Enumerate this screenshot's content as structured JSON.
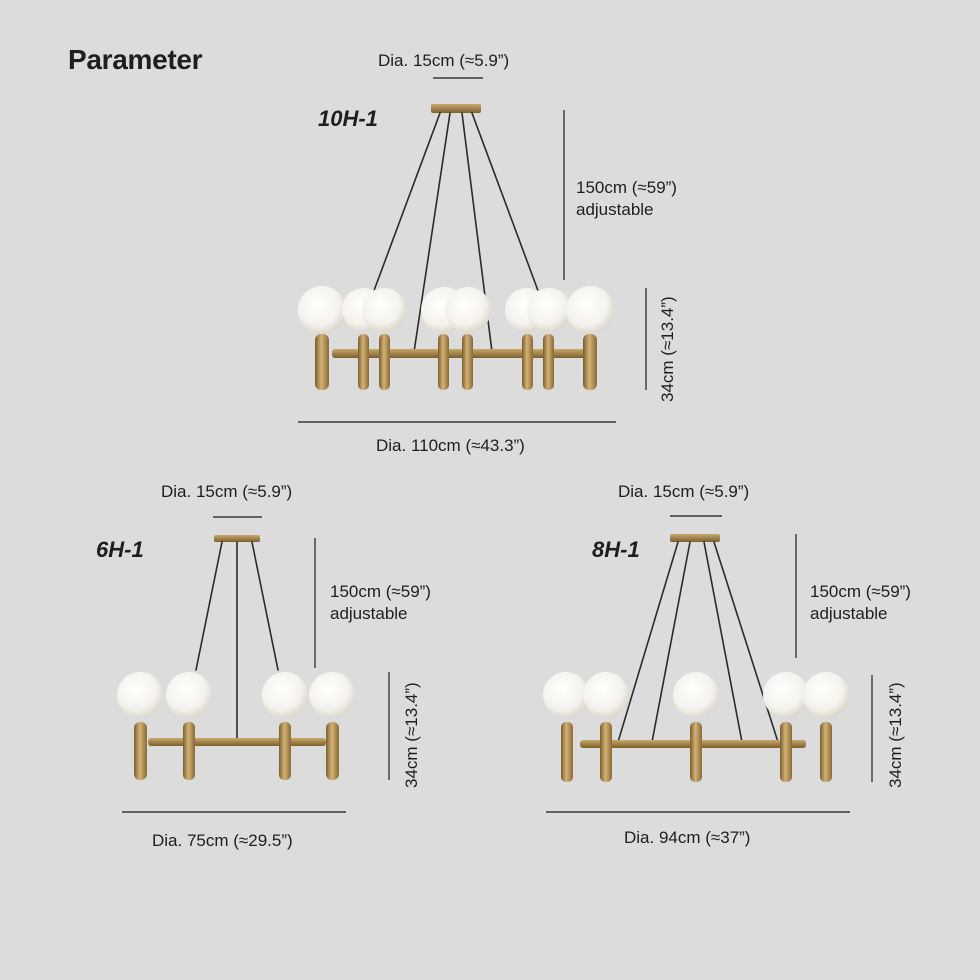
{
  "page": {
    "title": "Parameter"
  },
  "products": [
    {
      "model": "10H-1",
      "canopy_dia": "Dia. 15cm (≈5.9”)",
      "height_line1": "150cm (≈59”)",
      "height_line2": "adjustable",
      "body_height": "34cm (≈13.4”)",
      "diameter": "Dia. 110cm (≈43.3”)"
    },
    {
      "model": "6H-1",
      "canopy_dia": "Dia. 15cm (≈5.9”)",
      "height_line1": "150cm (≈59”)",
      "height_line2": "adjustable",
      "body_height": "34cm (≈13.4”)",
      "diameter": "Dia. 75cm (≈29.5”)"
    },
    {
      "model": "8H-1",
      "canopy_dia": "Dia. 15cm (≈5.9”)",
      "height_line1": "150cm (≈59”)",
      "height_line2": "adjustable",
      "body_height": "34cm (≈13.4”)",
      "diameter": "Dia. 94cm (≈37”)"
    }
  ],
  "colors": {
    "background": "#dcdcdc",
    "brass": "#a8864a",
    "glass": "#f7f5f0",
    "line": "#333333"
  }
}
